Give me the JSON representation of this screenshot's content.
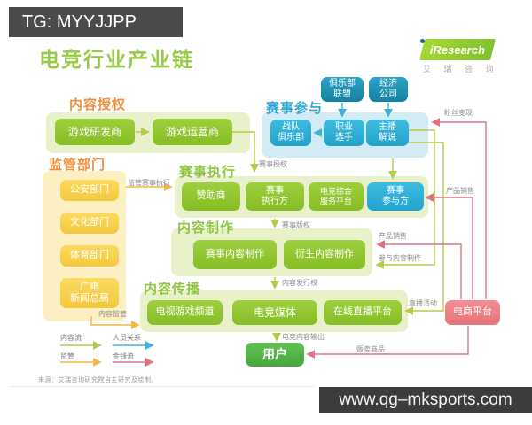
{
  "watermarks": {
    "tg": "TG: MYYJJPP",
    "site": "www.qg–mksports.com"
  },
  "title": "电竞行业产业链",
  "logo": {
    "brand": "iResearch",
    "sub": "艾 瑞 咨 询"
  },
  "sections": {
    "licensing": {
      "label": "内容授权",
      "dev": "游戏研发商",
      "op": "游戏运营商"
    },
    "regulator": {
      "label": "监管部门",
      "police": "公安部门",
      "culture": "文化部门",
      "sports": "体育部门",
      "radio": "广电\n新闻总局"
    },
    "participation": {
      "label": "赛事参与",
      "alliance": "俱乐部\n联盟",
      "agency": "经济\n公司",
      "team": "战队\n俱乐部",
      "player": "职业\n选手",
      "anchor": "主播\n解说"
    },
    "execution": {
      "label": "赛事执行",
      "sponsor": "赞助商",
      "executor": "赛事\n执行方",
      "service": "电竞综合\n服务平台",
      "participant": "赛事\n参与方"
    },
    "production": {
      "label": "内容制作",
      "event": "赛事内容制作",
      "derived": "衍生内容制作"
    },
    "distribution": {
      "label": "内容传播",
      "tv": "电视游戏频道",
      "media": "电竞媒体",
      "live": "在线直播平台"
    },
    "ecommerce": "电商平台",
    "user": "用户"
  },
  "edges": {
    "event_license": "赛事授权",
    "regulate_execution": "监管赛事执行",
    "content_regulation": "内容监管",
    "event_copyright": "赛事版权",
    "publish_right": "内容发行权",
    "content_output": "电竞内容输出",
    "participate_production": "参与内容制作",
    "live_activity": "直播活动",
    "fan_monetization": "粉丝变现",
    "product_sales_top": "产品销售",
    "product_sales_mid": "产品销售",
    "sell_goods": "贩卖商品"
  },
  "legend": {
    "content_flow": "内容流",
    "people_relation": "人员关系",
    "regulation": "监管",
    "money_flow": "金钱流"
  },
  "source": "来源：艾瑞咨询研究院自主研究及绘制。",
  "colors": {
    "green_node": "#92c630",
    "green_container": "#e9f1cb",
    "green_label": "#8ec63f",
    "yellow_node": "#f6cf52",
    "yellow_container": "#fcf0c3",
    "orange_label": "#ef8f3e",
    "blue_node": "#2fb0d8",
    "blue_node_dark": "#1e93ba",
    "blue_container": "#d2ebf5",
    "blue_label": "#2aa6cd",
    "user_node": "#55b649",
    "ecommerce_node": "#ee8186",
    "flow_content": "#b9c84a",
    "flow_people": "#3fb3d6",
    "flow_regulation": "#f0b844",
    "flow_money": "#dd7480",
    "watermark_bg": "#454545",
    "title_green": "#97cb47"
  }
}
